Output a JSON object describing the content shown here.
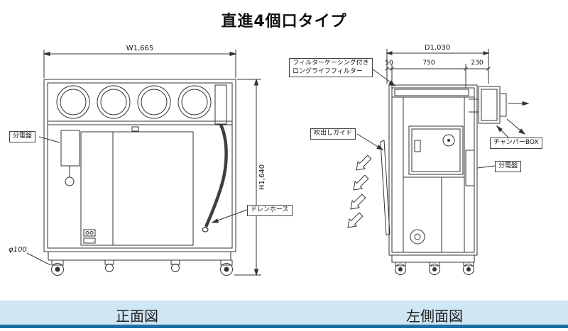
{
  "title": "直進4個口タイプ",
  "footer": {
    "front_caption": "正面図",
    "side_caption": "左側面図"
  },
  "front_view": {
    "dim_width": "W1,665",
    "dim_height": "H1,640",
    "caster_diameter": "φ100",
    "labels": {
      "distribution_board": "分電盤",
      "drain_hose": "ドレンホース"
    }
  },
  "side_view": {
    "dim_depth": "D1,030",
    "dim_segments": [
      "50",
      "750",
      "230"
    ],
    "labels": {
      "filter_line1": "フィルターケーシング付き",
      "filter_line2": "ロングライフフィルター",
      "outlet_guide": "吹出しガイド",
      "chamber_box": "チャンバーBOX",
      "distribution_board": "分電盤"
    }
  },
  "colors": {
    "footer_band": "#cfe6f4",
    "footer_bar": "#1d70a5",
    "line": "#333333"
  }
}
